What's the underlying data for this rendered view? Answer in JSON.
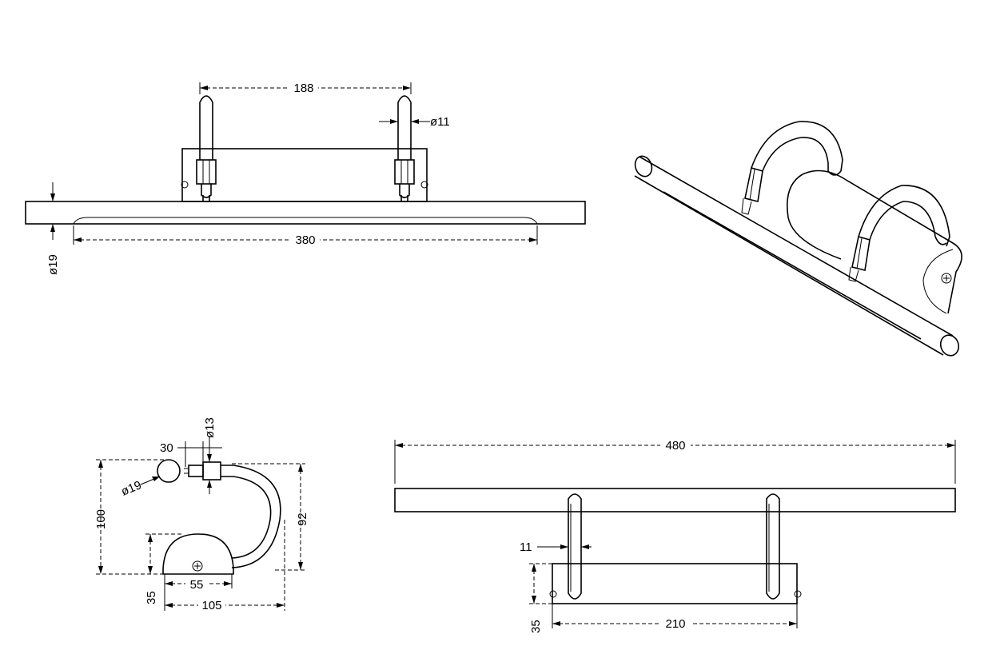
{
  "dimensions": {
    "arm_spacing": "188",
    "arm_diameter": "ø11",
    "bar_diameter": "ø19",
    "light_length": "380",
    "arm_offset": "30",
    "clamp_diameter": "ø13",
    "side_bar_diameter": "ø19",
    "total_height": "100",
    "arm_height": "92",
    "base_height": "35",
    "base_width": "55",
    "total_depth": "105",
    "overall_length": "480",
    "front_arm_diameter": "11",
    "plate_height": "35",
    "plate_width": "210"
  }
}
